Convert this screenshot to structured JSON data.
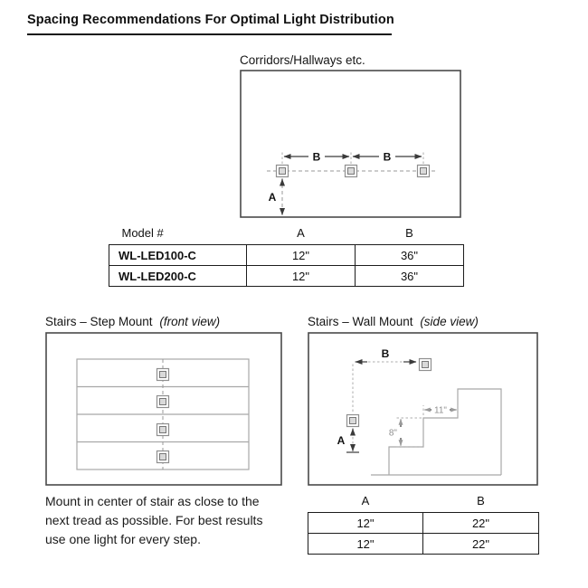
{
  "page": {
    "title": "Spacing Recommendations For Optimal Light Distribution"
  },
  "corridor": {
    "label": "Corridors/Hallways etc.",
    "dim_a": "A",
    "dim_b": "B"
  },
  "model_table": {
    "headers": [
      "Model #",
      "A",
      "B"
    ],
    "rows": [
      {
        "model": "WL-LED100-C",
        "a": "12\"",
        "b": "36\""
      },
      {
        "model": "WL-LED200-C",
        "a": "12\"",
        "b": "36\""
      }
    ]
  },
  "step_mount": {
    "title": "Stairs – Step Mount",
    "view": "(front view)",
    "note": "Mount in center of stair as close to the next tread as possible. For best results use one light for every step."
  },
  "wall_mount": {
    "title": "Stairs – Wall Mount",
    "view": "(side view)",
    "dim_a": "A",
    "dim_b": "B",
    "tread": "11\"",
    "riser": "8\""
  },
  "wall_table": {
    "headers": [
      "A",
      "B"
    ],
    "rows": [
      {
        "a": "12\"",
        "b": "22\""
      },
      {
        "a": "12\"",
        "b": "22\""
      }
    ]
  },
  "colors": {
    "outline_dark": "#4a4a4a",
    "line_gray": "#9a9a9a",
    "text": "#111111"
  }
}
